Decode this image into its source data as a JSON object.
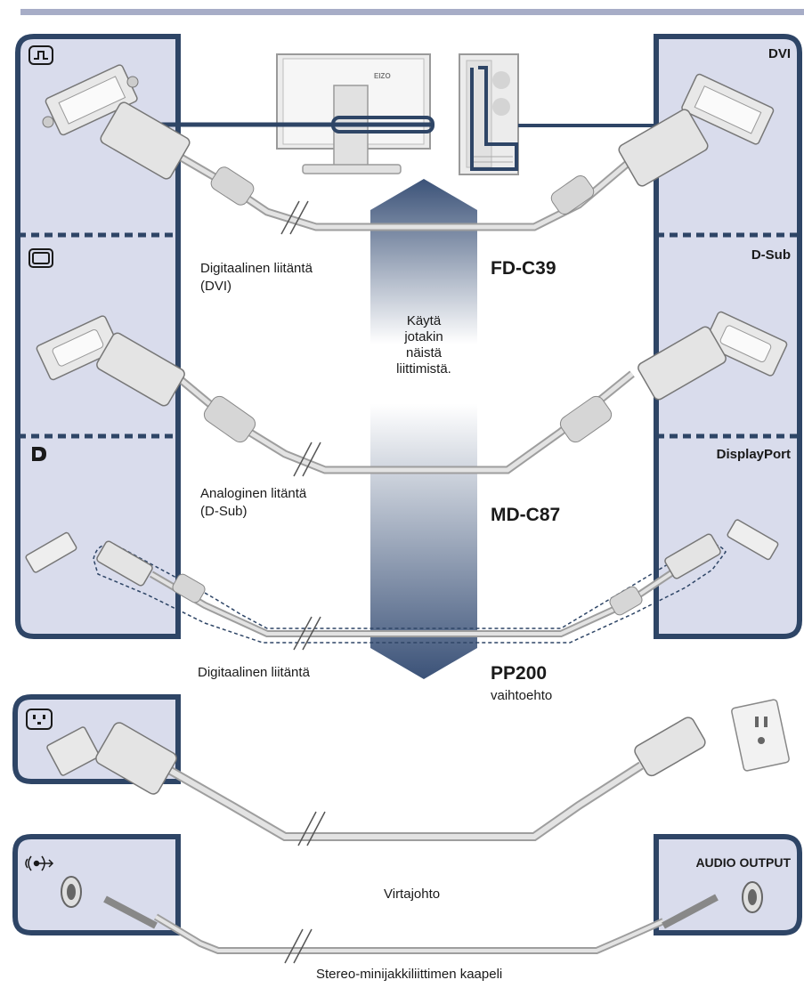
{
  "colors": {
    "panel_fill": "#d9dcec",
    "panel_border": "#2e4566",
    "divider": "#2e4566",
    "top_bar": "#a7adc7",
    "arrow_dark": "#3b5278",
    "arrow_light": "#ffffff",
    "cable": "#c9c9c9"
  },
  "left_panel": {
    "icons": [
      "dvi-port-icon",
      "d-sub-port-icon",
      "displayport-icon"
    ]
  },
  "right_panel": {
    "port_labels": [
      "DVI",
      "D-Sub",
      "DisplayPort"
    ]
  },
  "connections": [
    {
      "caption_line1": "Digitaalinen liitäntä",
      "caption_line2": "(DVI)",
      "model": "FD-C39"
    },
    {
      "caption_line1": "Analoginen litäntä",
      "caption_line2": "(D-Sub)",
      "model": "MD-C87"
    },
    {
      "caption_line1": "Digitaalinen liitäntä",
      "model": "PP200",
      "model_note": "vaihtoehto"
    }
  ],
  "center_note": [
    "Käytä",
    "jotakin",
    "näistä",
    "liittimistä."
  ],
  "power": {
    "caption": "Virtajohto",
    "icon": "power-inlet-icon"
  },
  "audio": {
    "caption": "Stereo-minijakkiliittimen kaapeli",
    "source_label": "AUDIO OUTPUT",
    "icon": "audio-input-icon"
  },
  "monitor": {
    "brand": "EIZO"
  }
}
